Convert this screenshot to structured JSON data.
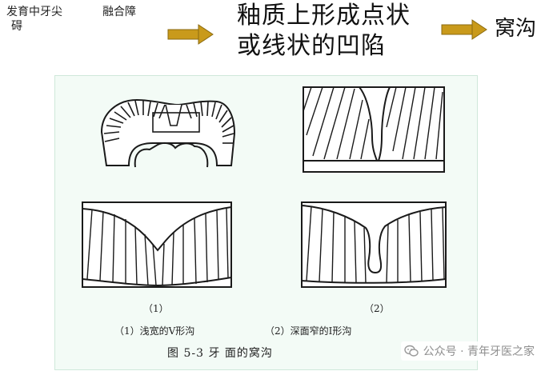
{
  "header": {
    "label_1": "发育中牙尖",
    "label_1_line2": "碍",
    "label_2": "融合障",
    "main_line1": "釉质上形成点状",
    "main_line2": "或线状的凹陷",
    "result": "窝沟"
  },
  "figure": {
    "panel_label_1": "（1）",
    "panel_label_2": "（2）",
    "sublabel_1": "（1）浅宽的V形沟",
    "sublabel_2": "（2）深面窄的I形沟",
    "caption": "图 5-3  牙   面的窝沟"
  },
  "watermark": {
    "text": "公众号 · 青年牙医之家",
    "icon": "wechat-icon"
  },
  "colors": {
    "arrow": "#c99a1b",
    "figure_bg": "#f3fbf6",
    "line": "#1a1a1a"
  }
}
